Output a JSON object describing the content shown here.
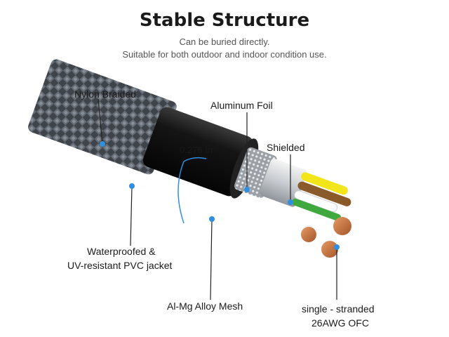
{
  "header": {
    "title": "Stable Structure",
    "subtitle_1": "Can be buried directly.",
    "subtitle_2": "Suitable for both outdoor and indoor condition use."
  },
  "labels": {
    "nylon": "Nylon Braided",
    "foil": "Aluminum Foil",
    "diameter": "0.276 In",
    "shielded": "Shielded",
    "pvc_1": "Waterproofed &",
    "pvc_2": "UV-resistant PVC jacket",
    "mesh": "Al-Mg Alloy Mesh",
    "conductor_1": "single - stranded",
    "conductor_2": "26AWG OFC"
  },
  "colors": {
    "accent": "#2f8fe0",
    "braid": "#5f6670",
    "jacket": "#151515",
    "copper": "#c8763e",
    "wire_yellow": "#f2e51a",
    "wire_brown": "#8a5a2a",
    "wire_green": "#3fa83f"
  }
}
